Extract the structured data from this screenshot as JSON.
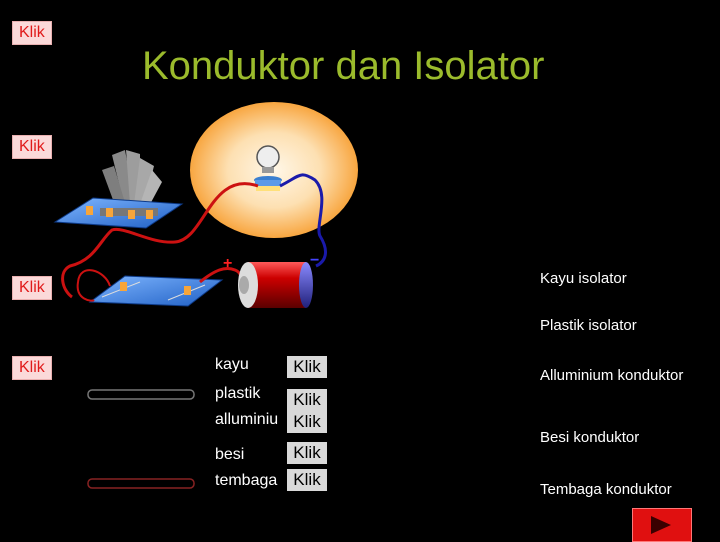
{
  "header": {
    "title": "Konduktor dan Isolator"
  },
  "klik_buttons": [
    "Klik",
    "Klik",
    "Klik",
    "Klik"
  ],
  "circuit": {
    "plus_sign": "+",
    "minus_sign": "−"
  },
  "materials": [
    {
      "label": "kayu",
      "button": "Klik"
    },
    {
      "label": "plastik",
      "button": "Klik"
    },
    {
      "label": "alluminiu",
      "button": "Klik"
    },
    {
      "label": "besi",
      "button": "Klik"
    },
    {
      "label": "tembaga",
      "button": "Klik"
    }
  ],
  "results": [
    "Kayu isolator",
    "Plastik isolator",
    "Alluminium konduktor",
    "Besi konduktor",
    "Tembaga konduktor"
  ],
  "colors": {
    "title": "#9bbb2c",
    "klik_bg": "#fbd9d9",
    "klik_text": "#e01a1a",
    "next_button": "#e01010"
  },
  "icons": {
    "next": "play-triangle-icon"
  }
}
